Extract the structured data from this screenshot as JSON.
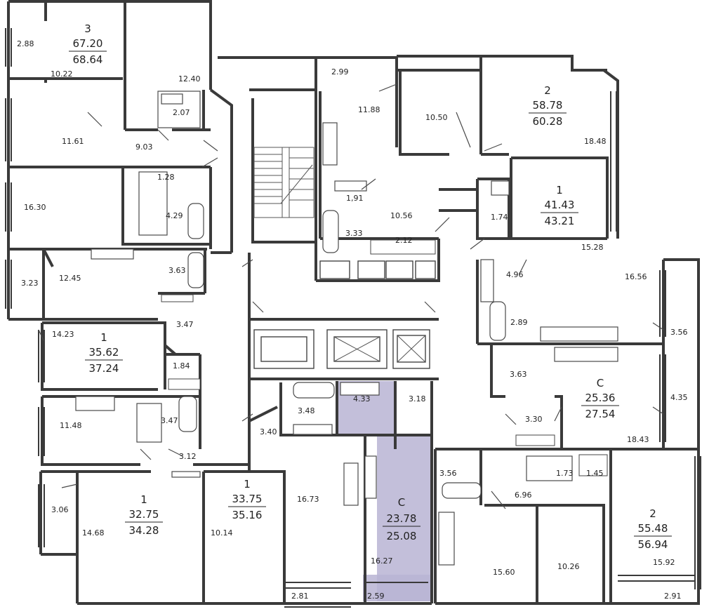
{
  "colors": {
    "highlight": "#b9b4d3",
    "walls": "#3a3a3a"
  },
  "apartments": [
    {
      "id": "a1",
      "rooms": "3",
      "living": "67.20",
      "total": "68.64"
    },
    {
      "id": "a2",
      "rooms": "2",
      "living": "58.78",
      "total": "60.28"
    },
    {
      "id": "a3",
      "rooms": "1",
      "living": "41.43",
      "total": "43.21"
    },
    {
      "id": "a4",
      "rooms": "1",
      "living": "35.62",
      "total": "37.24"
    },
    {
      "id": "a5",
      "rooms": "C",
      "living": "25.36",
      "total": "27.54"
    },
    {
      "id": "a6",
      "rooms": "1",
      "living": "32.75",
      "total": "34.28"
    },
    {
      "id": "a7",
      "rooms": "1",
      "living": "33.75",
      "total": "35.16"
    },
    {
      "id": "a8",
      "rooms": "C",
      "living": "23.78",
      "total": "25.08"
    },
    {
      "id": "a9",
      "rooms": "2",
      "living": "55.48",
      "total": "56.94"
    }
  ],
  "room_areas": [
    "2.88",
    "10.22",
    "12.40",
    "2.07",
    "11.61",
    "9.03",
    "1.28",
    "16.30",
    "4.29",
    "2.99",
    "11.88",
    "10.50",
    "18.48",
    "1,91",
    "10.56",
    "3.33",
    "2.12",
    "1.74",
    "15.28",
    "3.23",
    "12.45",
    "3.63",
    "4.96",
    "16.56",
    "3.47",
    "14.23",
    "1.84",
    "2.89",
    "3.56",
    "3.63",
    "4.35",
    "4.33",
    "3.18",
    "3.48",
    "11.48",
    "3.47",
    "3.40",
    "3.30",
    "18.43",
    "3.12",
    "3.56",
    "1.73",
    "1.45",
    "6.96",
    "16.73",
    "3.06",
    "14.68",
    "10.14",
    "15.60",
    "10.26",
    "15.92",
    "16.27",
    "2.81",
    "2.59",
    "2.91"
  ]
}
